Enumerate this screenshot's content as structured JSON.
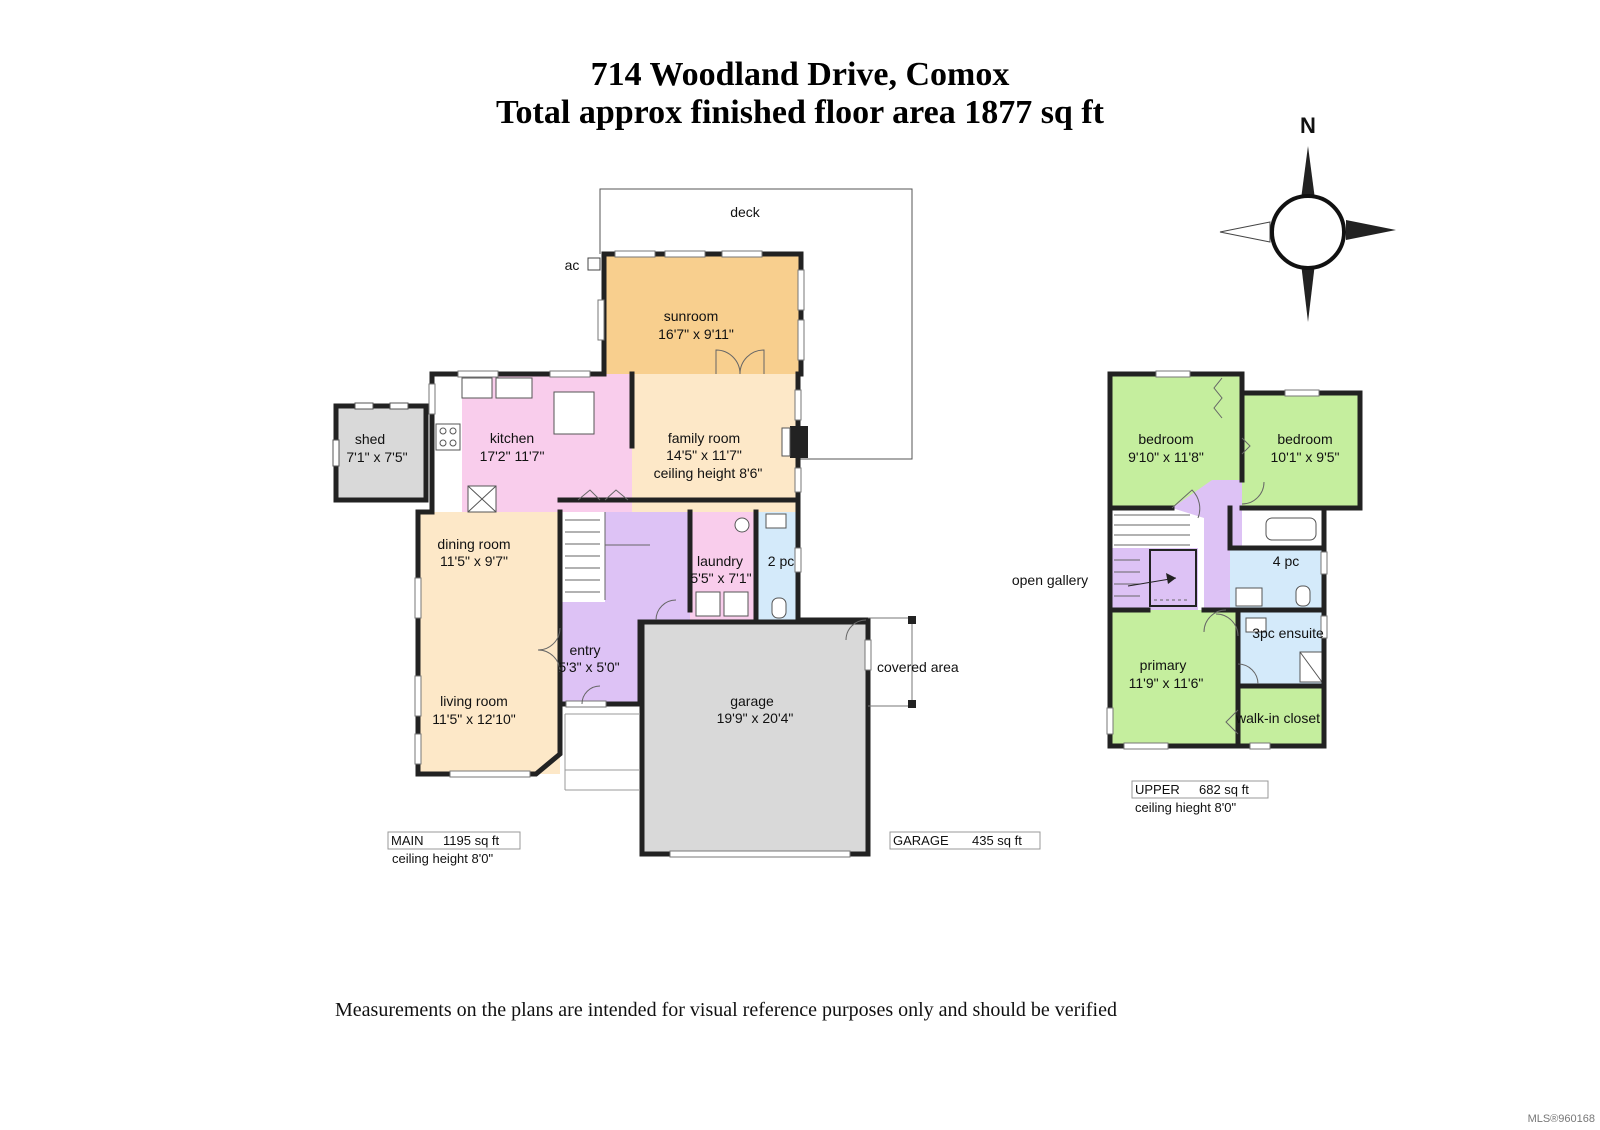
{
  "title": {
    "line1": "714 Woodland Drive, Comox",
    "line2": "Total approx finished floor area 1877 sq ft"
  },
  "compass": {
    "north_label": "N",
    "icon": "compass-rose-icon"
  },
  "exterior": {
    "deck": "deck",
    "ac": "ac",
    "covered_area": "covered area",
    "open_gallery": "open gallery"
  },
  "rooms": {
    "sunroom": {
      "name": "sunroom",
      "dims": "16'7\" x 9'11\"",
      "color": "#f8cf8e"
    },
    "kitchen": {
      "name": "kitchen",
      "dims": "17'2\" 11'7\"",
      "color": "#f9cdec"
    },
    "family_room": {
      "name": "family room",
      "dims": "14'5\" x 11'7\"",
      "extra": "ceiling height 8'6\"",
      "color": "#fde8c8"
    },
    "shed": {
      "name": "shed",
      "dims": "7'1\" x 7'5\"",
      "color": "#d9d9d9"
    },
    "dining_room": {
      "name": "dining room",
      "dims": "11'5\" x 9'7\"",
      "color": "#fde8c8"
    },
    "living_room": {
      "name": "living room",
      "dims": "11'5\" x 12'10\"",
      "color": "#fde8c8"
    },
    "entry": {
      "name": "entry",
      "dims": "5'3\" x 5'0\"",
      "color": "#ddc2f5"
    },
    "laundry": {
      "name": "laundry",
      "dims": "5'5\" x 7'1\"",
      "color": "#f9cdec"
    },
    "two_pc": {
      "name": "2 pc",
      "color": "#d4eafa"
    },
    "garage": {
      "name": "garage",
      "dims": "19'9\" x 20'4\"",
      "color": "#d9d9d9"
    },
    "bedroom_1": {
      "name": "bedroom",
      "dims": "9'10\" x 11'8\"",
      "color": "#c5ee9e"
    },
    "bedroom_2": {
      "name": "bedroom",
      "dims": "10'1\" x 9'5\"",
      "color": "#c5ee9e"
    },
    "four_pc": {
      "name": "4 pc",
      "color": "#d4eafa"
    },
    "primary": {
      "name": "primary",
      "dims": "11'9\" x 11'6\"",
      "color": "#c5ee9e"
    },
    "ensuite": {
      "name": "3pc ensuite",
      "color": "#d4eafa"
    },
    "walk_in_closet": {
      "name": "walk-in closet",
      "color": "#c5ee9e"
    },
    "hall_upper": {
      "color": "#ddc2f5"
    }
  },
  "floor_areas": {
    "main": {
      "label": "MAIN",
      "area": "1195 sq ft",
      "ceiling": "ceiling height 8'0\""
    },
    "garage": {
      "label": "GARAGE",
      "area": "435 sq ft"
    },
    "upper": {
      "label": "UPPER",
      "area": "682 sq ft",
      "ceiling": "ceiling hieght 8'0\""
    }
  },
  "disclaimer": "Measurements on the plans are intended for visual reference purposes only and should be verified",
  "mls": "MLS®960168"
}
